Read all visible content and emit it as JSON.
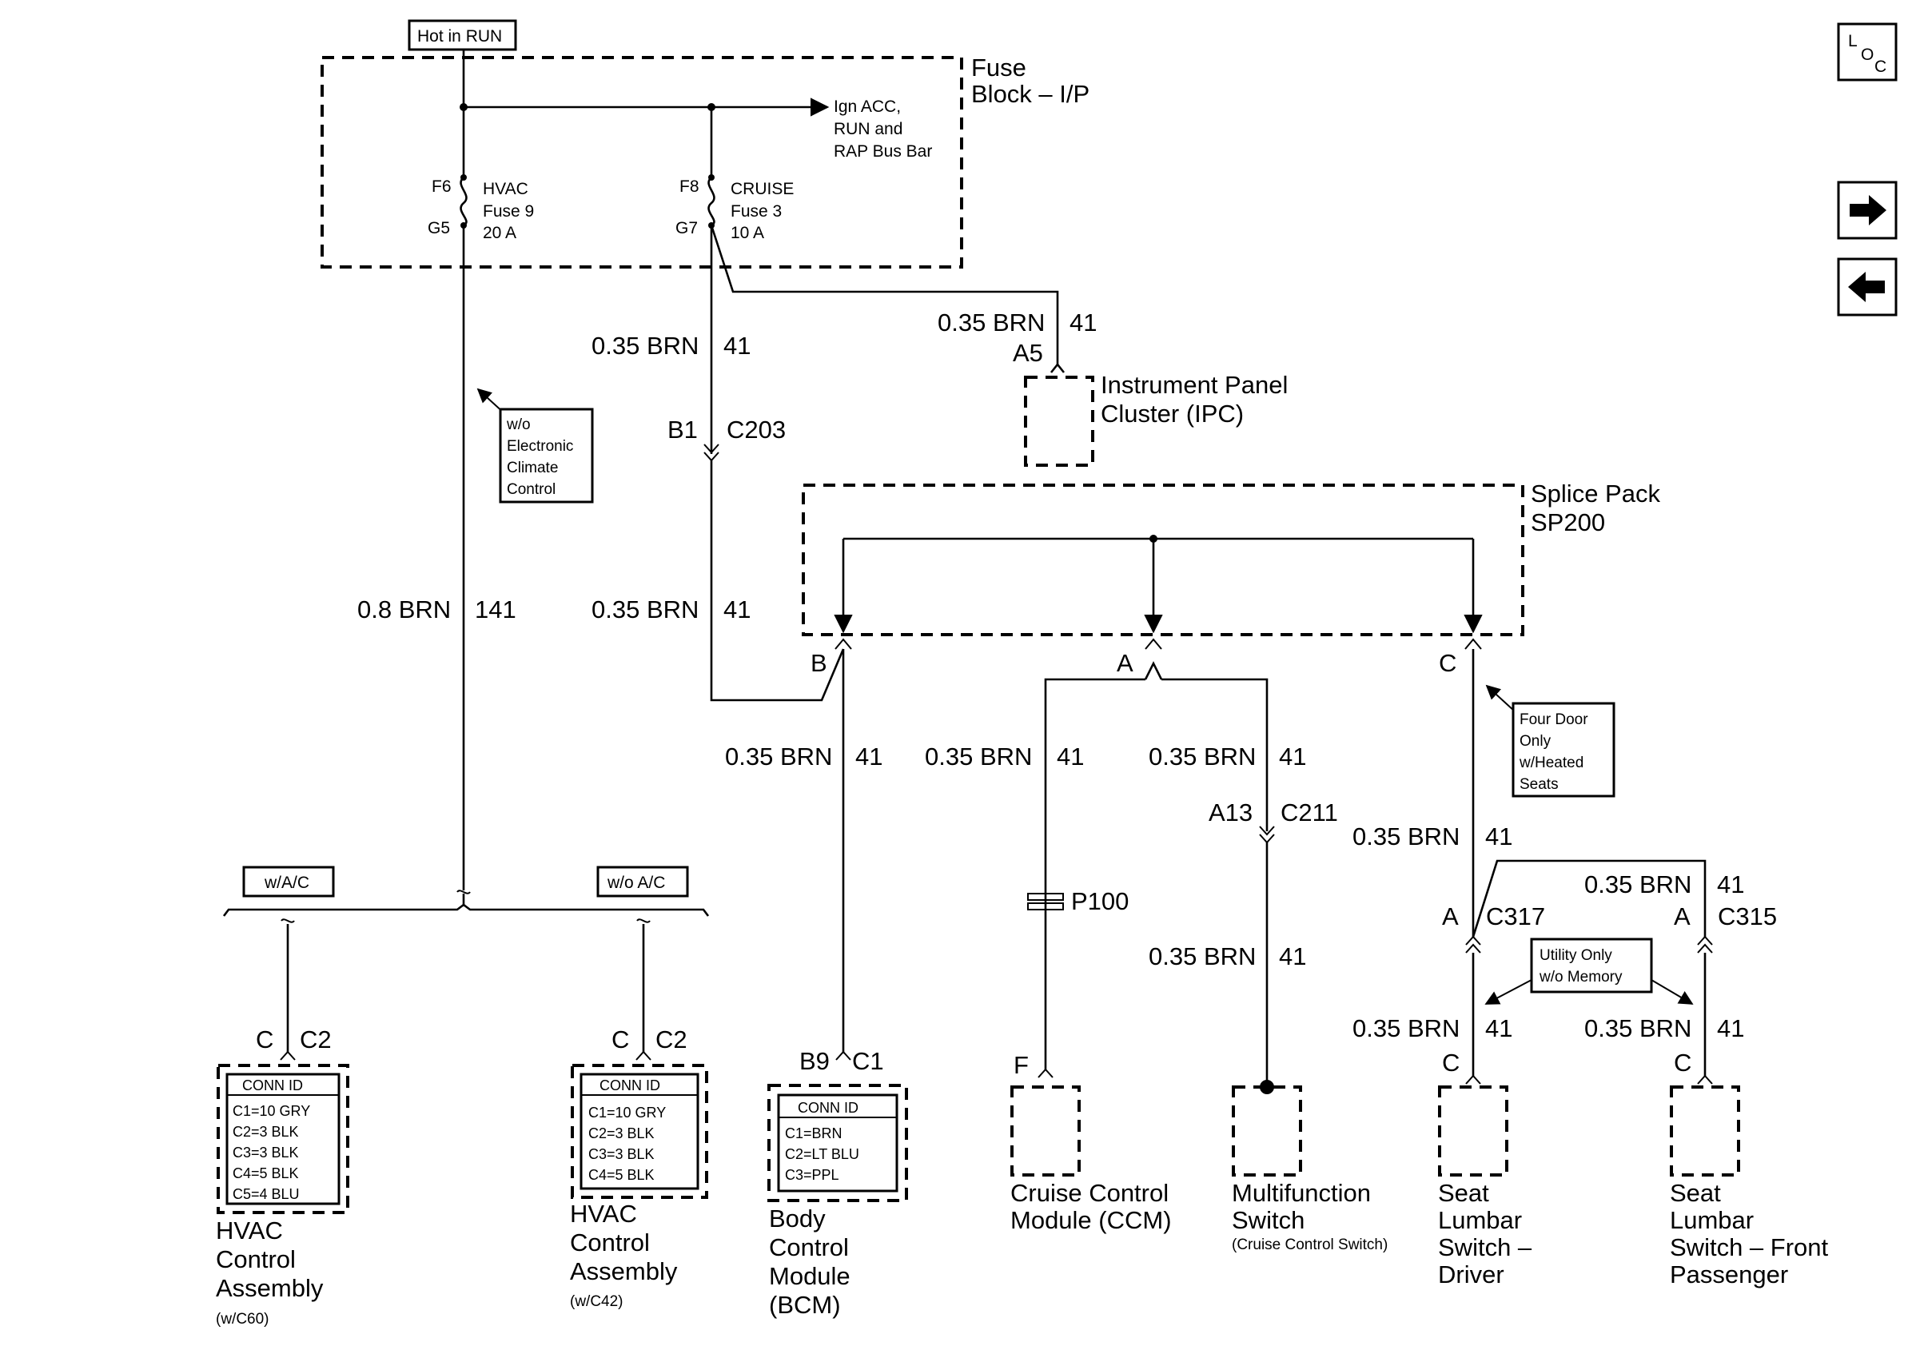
{
  "nav": {
    "loc_l": "L",
    "loc_o": "O",
    "loc_c": "C",
    "forward_arrow": "➔",
    "back_arrow": "←"
  },
  "power": {
    "hot_in_run": "Hot in RUN"
  },
  "fuse_block": {
    "title_line1": "Fuse",
    "title_line2": "Block – I/P",
    "bus_line1": "Ign ACC,",
    "bus_line2": "RUN and",
    "bus_line3": "RAP Bus Bar",
    "hvac_fuse": {
      "top_pin": "F6",
      "bottom_pin": "G5",
      "name": "HVAC",
      "number": "Fuse 9",
      "rating": "20 A"
    },
    "cruise_fuse": {
      "top_pin": "F8",
      "bottom_pin": "G7",
      "name": "CRUISE",
      "number": "Fuse 3",
      "rating": "10 A"
    }
  },
  "wires": {
    "brn_035": "0.35 BRN",
    "brn_08": "0.8 BRN",
    "circuit_41": "41",
    "circuit_141": "141"
  },
  "connectors": {
    "b1": "B1",
    "c203": "C203",
    "a5": "A5",
    "sp_b": "B",
    "sp_a": "A",
    "sp_c": "C",
    "a13": "A13",
    "c211": "C211",
    "p100": "P100",
    "f": "F",
    "c317_pin": "A",
    "c317": "C317",
    "c315_pin": "A",
    "c315": "C315",
    "c": "C",
    "c2": "C2",
    "b9": "B9",
    "c1": "C1"
  },
  "notes": {
    "wo_ecc": [
      "w/o",
      "Electronic",
      "Climate",
      "Control"
    ],
    "four_door": [
      "Four Door",
      "Only",
      "w/Heated",
      "Seats"
    ],
    "utility": [
      "Utility Only",
      "w/o Memory"
    ],
    "w_ac": "w/A/C",
    "wo_ac": "w/o A/C"
  },
  "conn_id_tables": {
    "hvac_c60": {
      "header": "CONN ID",
      "rows": [
        "C1=10 GRY",
        "C2=3 BLK",
        "C3=3 BLK",
        "C4=5 BLK",
        "C5=4 BLU"
      ]
    },
    "hvac_c42": {
      "header": "CONN ID",
      "rows": [
        "C1=10 GRY",
        "C2=3 BLK",
        "C3=3 BLK",
        "C4=5 BLK"
      ]
    },
    "bcm": {
      "header": "CONN ID",
      "rows": [
        "C1=BRN",
        "C2=LT BLU",
        "C3=PPL"
      ]
    }
  },
  "components": {
    "ipc": [
      "Instrument Panel",
      "Cluster (IPC)"
    ],
    "splice_pack": [
      "Splice Pack",
      "SP200"
    ],
    "hvac_c60": [
      "HVAC",
      "Control",
      "Assembly"
    ],
    "hvac_c60_sub": "(w/C60)",
    "hvac_c42": [
      "HVAC",
      "Control",
      "Assembly"
    ],
    "hvac_c42_sub": "(w/C42)",
    "bcm": [
      "Body",
      "Control",
      "Module",
      "(BCM)"
    ],
    "ccm": [
      "Cruise Control",
      "Module (CCM)"
    ],
    "multifunction": [
      "Multifunction",
      "Switch"
    ],
    "multifunction_sub": "(Cruise Control Switch)",
    "seat_driver": [
      "Seat",
      "Lumbar",
      "Switch –",
      "Driver"
    ],
    "seat_passenger": [
      "Seat",
      "Lumbar",
      "Switch – Front",
      "Passenger"
    ]
  }
}
